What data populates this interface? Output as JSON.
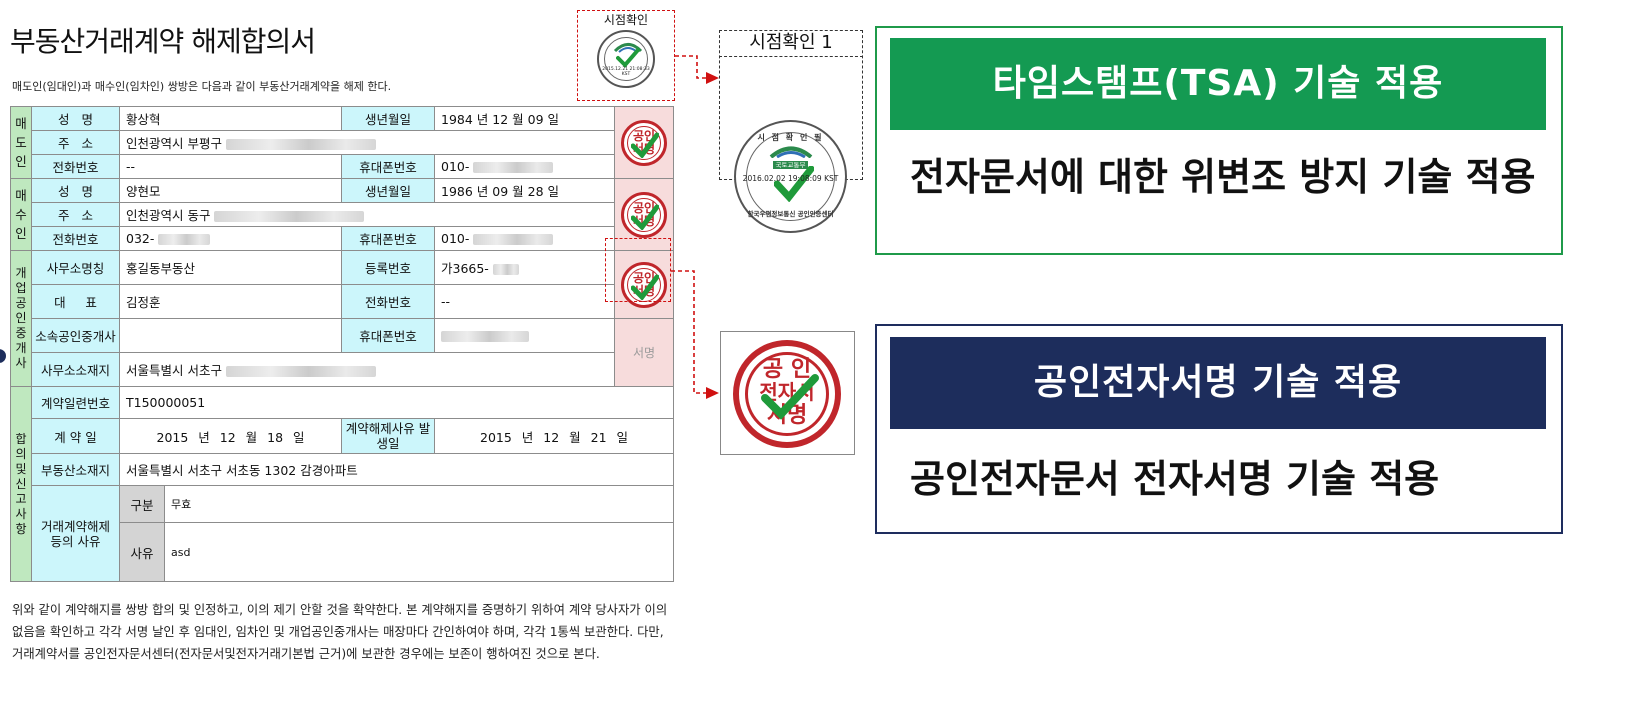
{
  "document": {
    "title": "부동산거래계약 해제합의서",
    "intro": "매도인(임대인)과 매수인(임차인) 쌍방은 다음과 같이 부동산거래계약을 해제 한다.",
    "seller": {
      "group_label": "매\n도\n인",
      "name_label": "성   명",
      "name": "황상혁",
      "birth_label": "생년월일",
      "birth": "1984 년 12 월 09 일",
      "address_label": "주   소",
      "address": "인천광역시 부평구",
      "phone_label": "전화번호",
      "phone": "--",
      "mobile_label": "휴대폰번호",
      "mobile": "010-"
    },
    "buyer": {
      "group_label": "매\n수\n인",
      "name_label": "성   명",
      "name": "양현모",
      "birth_label": "생년월일",
      "birth": "1986 년 09 월 28 일",
      "address_label": "주   소",
      "address": "인천광역시 동구",
      "phone_label": "전화번호",
      "phone": "032-",
      "mobile_label": "휴대폰번호",
      "mobile": "010-"
    },
    "broker": {
      "group_label": "개\n업\n공\n인\n중\n개\n사",
      "office_label": "사무소명칭",
      "office": "홍길동부동산",
      "reg_label": "등록번호",
      "reg": "가3665-",
      "rep_label": "대     표",
      "rep": "김정훈",
      "phone_label": "전화번호",
      "phone": "--",
      "agent_label": "소속공인중개사",
      "agent": "",
      "mobile_label": "휴대폰번호",
      "mobile": "",
      "sign_label": "서명",
      "office_addr_label": "사무소소재지",
      "office_addr": "서울특별시 서초구"
    },
    "agreement": {
      "group_label": "합\n의\n및\n신\n고\n사\n항",
      "serial_label": "계약일련번호",
      "serial": "T150000051",
      "contract_date_label": "계 약 일",
      "contract_date": "2015 년  12 월 18 일",
      "cancel_date_label": "계약해제사유 발생일",
      "cancel_date": "2015 년  12 월 21 일",
      "property_label": "부동산소재지",
      "property": "서울특별시 서초구 서초동 1302 감경아파트",
      "reason_label": "거래계약해제 등의 사유",
      "type_label": "구분",
      "type_value": "무효",
      "cause_label": "사유",
      "cause_value": "asd"
    },
    "closing": "위와 같이 계약해지를 쌍방 합의 및 인정하고, 이의 제기 안할 것을 확약한다. 본 계약해지를 증명하기 위하여 계약 당사자가 이의 없음을 확인하고 각각 서명   날인 후 임대인, 임차인 및 개업공인중개사는 매장마다 간인하여야 하며, 각각 1통씩 보관한다. 다만, 거래계약서를 공인전자문서센터(전자문서및전자거래기본법 근거)에 보관한 경우에는 보존이 행하여진 것으로 본다."
  },
  "seal": {
    "line1": "공인",
    "line2": "서명",
    "zoom_line1": "공 인",
    "zoom_line2": "전자서",
    "zoom_line3": "서명"
  },
  "timestamp": {
    "doc_label": "시점확인",
    "doc_date": "2015.12.21 21:08:33 KST",
    "zoom_label": "시점확인 1",
    "zoom_top": "시 점 확 인 필",
    "zoom_ministry": "국토교통부",
    "zoom_date": "2016.02.02 19:08:09 KST",
    "zoom_org": "한국우편정보통신 공인인증센터"
  },
  "callouts": {
    "tsa_title": "타임스탬프(TSA) 기술 적용",
    "tsa_desc": "전자문서에 대한 위변조 방지 기술 적용",
    "sig_title": "공인전자서명 기술 적용",
    "sig_desc": "공인전자문서 전자서명 기술 적용"
  },
  "colors": {
    "green": "#149a52",
    "navy": "#1d2d5c",
    "seal_red": "#c0262b",
    "dash_red": "#d01010"
  }
}
